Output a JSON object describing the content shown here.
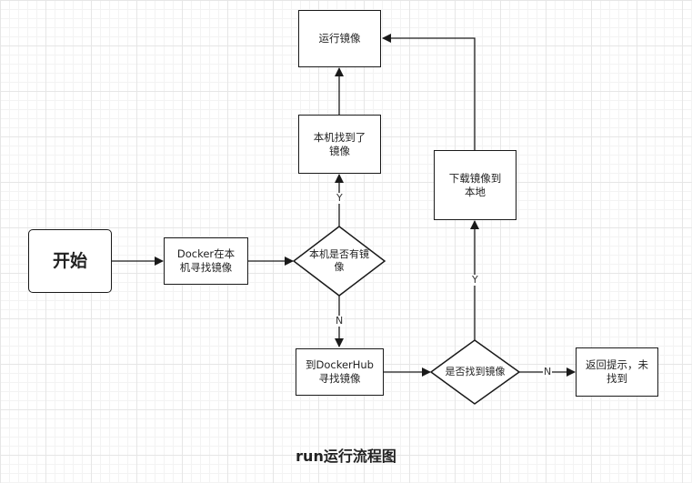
{
  "nodes": {
    "run_image": "运行镜像",
    "local_found": "本机找到了\n镜像",
    "download": "下载镜像到\n本地",
    "start": "开始",
    "docker_search": "Docker在本\n机寻找镜像",
    "has_local": "本机是否有镜\n像",
    "hub_search": "到DockerHub\n寻找镜像",
    "found_image": "是否找到镜像",
    "not_found": "返回提示，未\n找到"
  },
  "edge_labels": {
    "y_local": "Y",
    "n_local": "N",
    "y_hub": "Y",
    "n_hub": "N"
  },
  "caption": "run运行流程图"
}
